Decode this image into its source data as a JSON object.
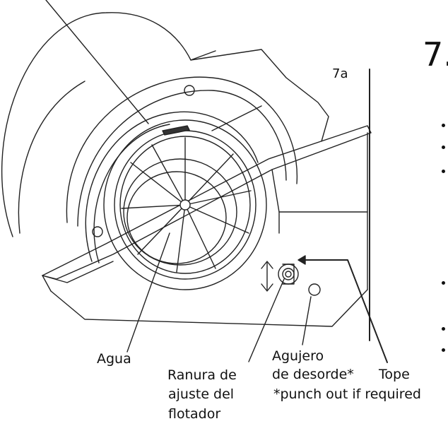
{
  "step": {
    "number": "7."
  },
  "figure": {
    "id": "7a"
  },
  "labels": {
    "agua": "Agua",
    "ranura_line1": "Ranura de",
    "ranura_line2": "ajuste del",
    "ranura_line3": "flotador",
    "agujero_line1": "Agujero",
    "agujero_line2": "de desorde*",
    "tope": "Tope",
    "note": "*punch out if required"
  }
}
